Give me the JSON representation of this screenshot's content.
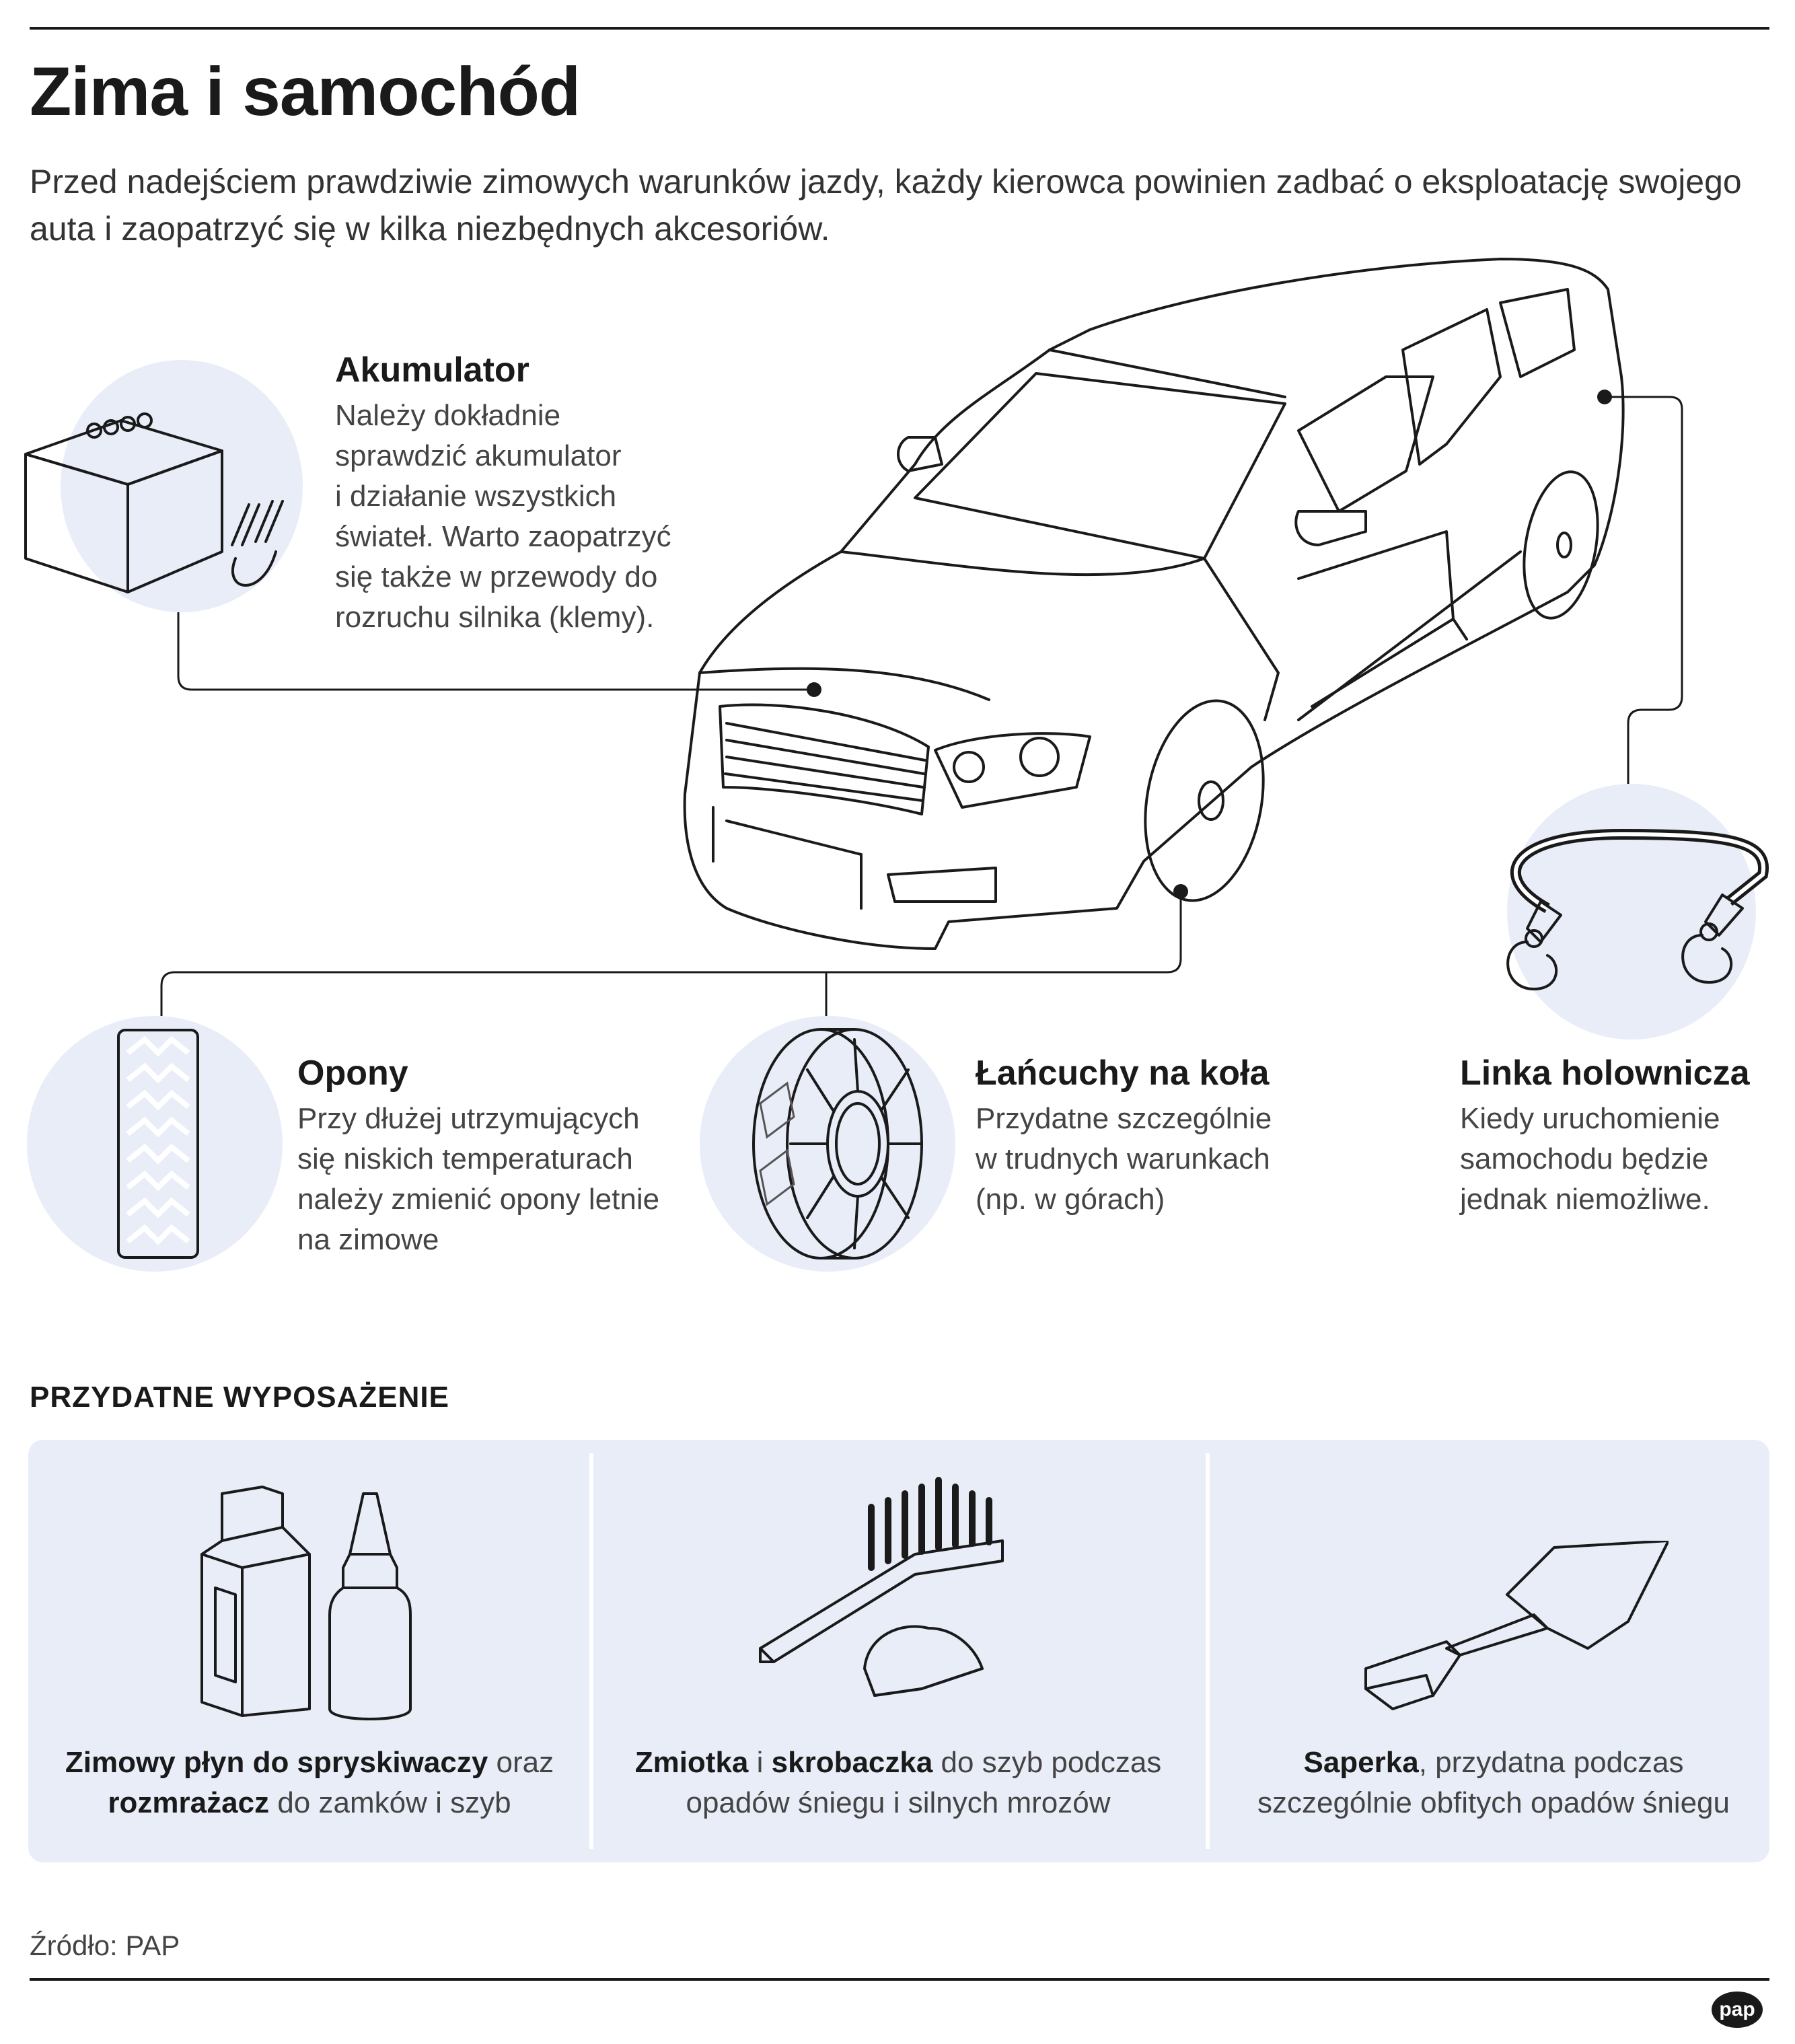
{
  "title": "Zima i samochód",
  "intro": "Przed nadejściem prawdziwie zimowych warunków jazdy, każdy kierowca powinien zadbać o eksploatację swojego auta i zaopatrzyć się w kilka niezbędnych akcesoriów.",
  "items": {
    "battery": {
      "heading": "Akumulator",
      "lines": [
        "Należy dokładnie",
        "sprawdzić akumulator",
        "i działanie wszystkich",
        "świateł. Warto zaopatrzyć",
        "się także w przewody do",
        "rozruchu silnika (klemy)."
      ]
    },
    "tires": {
      "heading": "Opony",
      "lines": [
        "Przy dłużej utrzymujących",
        "się niskich temperaturach",
        "należy zmienić opony letnie",
        "na zimowe"
      ]
    },
    "chains": {
      "heading": "Łańcuchy na koła",
      "lines": [
        "Przydatne szczególnie",
        "w trudnych warunkach",
        "(np. w górach)"
      ]
    },
    "tow": {
      "heading": "Linka holownicza",
      "lines": [
        "Kiedy uruchomienie",
        "samochodu będzie",
        "jednak niemożliwe."
      ]
    }
  },
  "equipment": {
    "section_title": "PRZYDATNE WYPOSAŻENIE",
    "washer": {
      "bold1": "Zimowy płyn do spryskiwaczy",
      "text1": " oraz",
      "bold2": "rozmrażacz",
      "text2": " do zamków i szyb"
    },
    "brush": {
      "bold1": "Zmiotka",
      "text1": " i ",
      "bold2": "skrobaczka",
      "text2": " do szyb podczas",
      "line2": "opadów śniegu i silnych mrozów"
    },
    "shovel": {
      "bold1": "Saperka",
      "text1": ", przydatna podczas",
      "line2": "szczególnie obfitych opadów śniegu"
    }
  },
  "source": "Źródło: PAP",
  "logo": "pap",
  "colors": {
    "car_fill": "#ccdaf2",
    "circle_bg": "#e8edf8",
    "outline": "#1a1a1a"
  }
}
